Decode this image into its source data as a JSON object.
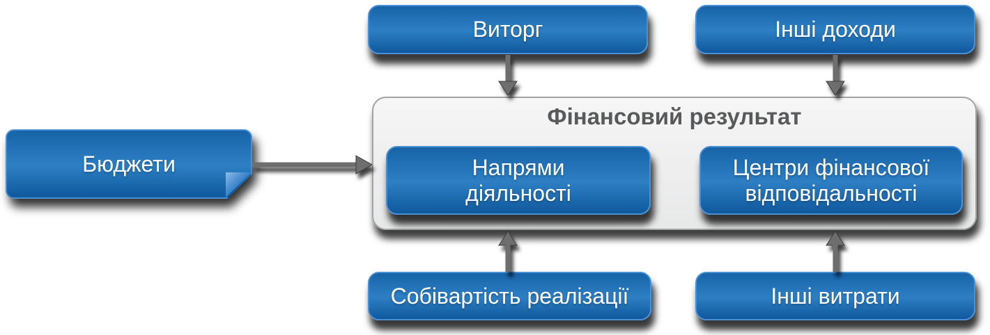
{
  "group": {
    "title": "Фінансовий результат"
  },
  "nodes": {
    "budgets": {
      "label": "Бюджети"
    },
    "revenue": {
      "label": "Виторг"
    },
    "other_income": {
      "label": "Інші доходи"
    },
    "activity": {
      "line1": "Напрями",
      "line2": "діяльності"
    },
    "centers": {
      "line1": "Центри фінансової",
      "line2": "відповідальності"
    },
    "cost": {
      "label": "Собівартість реалізації"
    },
    "expenses": {
      "label": "Інші витрати"
    }
  },
  "arrows": [
    {
      "from": "revenue",
      "to": "financial_result",
      "direction": "down"
    },
    {
      "from": "other_income",
      "to": "financial_result",
      "direction": "down"
    },
    {
      "from": "cost",
      "to": "financial_result",
      "direction": "up"
    },
    {
      "from": "expenses",
      "to": "financial_result",
      "direction": "up"
    },
    {
      "from": "budgets",
      "to": "financial_result",
      "direction": "right"
    }
  ],
  "colors": {
    "box_blue_top": "#1863a8",
    "box_blue_mid": "#2d7fc4",
    "box_blue_bottom": "#10589d",
    "box_border": "#4a90d5",
    "group_border": "#a2a3a5",
    "title_text": "#58595b",
    "arrow_gray": "#6e6e6e"
  }
}
